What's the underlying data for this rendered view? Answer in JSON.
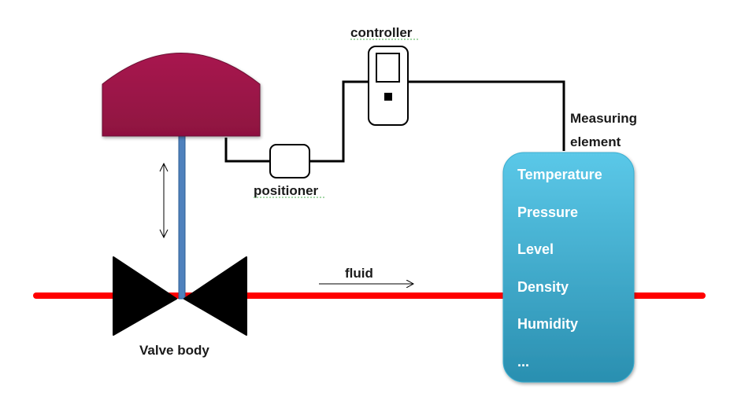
{
  "labels": {
    "controller": "controller",
    "positioner": "positioner",
    "measuring_line1": "Measuring",
    "measuring_line2": "element",
    "fluid": "fluid",
    "valve_body": "Valve body"
  },
  "measured_variables": [
    "Temperature",
    "Pressure",
    "Level",
    "Density",
    "Humidity",
    "..."
  ],
  "colors": {
    "pipe": "#ff0000",
    "actuator": "#a0174a",
    "stem": "#4f81bd",
    "valve": "#000000",
    "vessel_top": "#5bc8e8",
    "vessel_bottom": "#2a8fb0",
    "signal_line": "#000000"
  }
}
